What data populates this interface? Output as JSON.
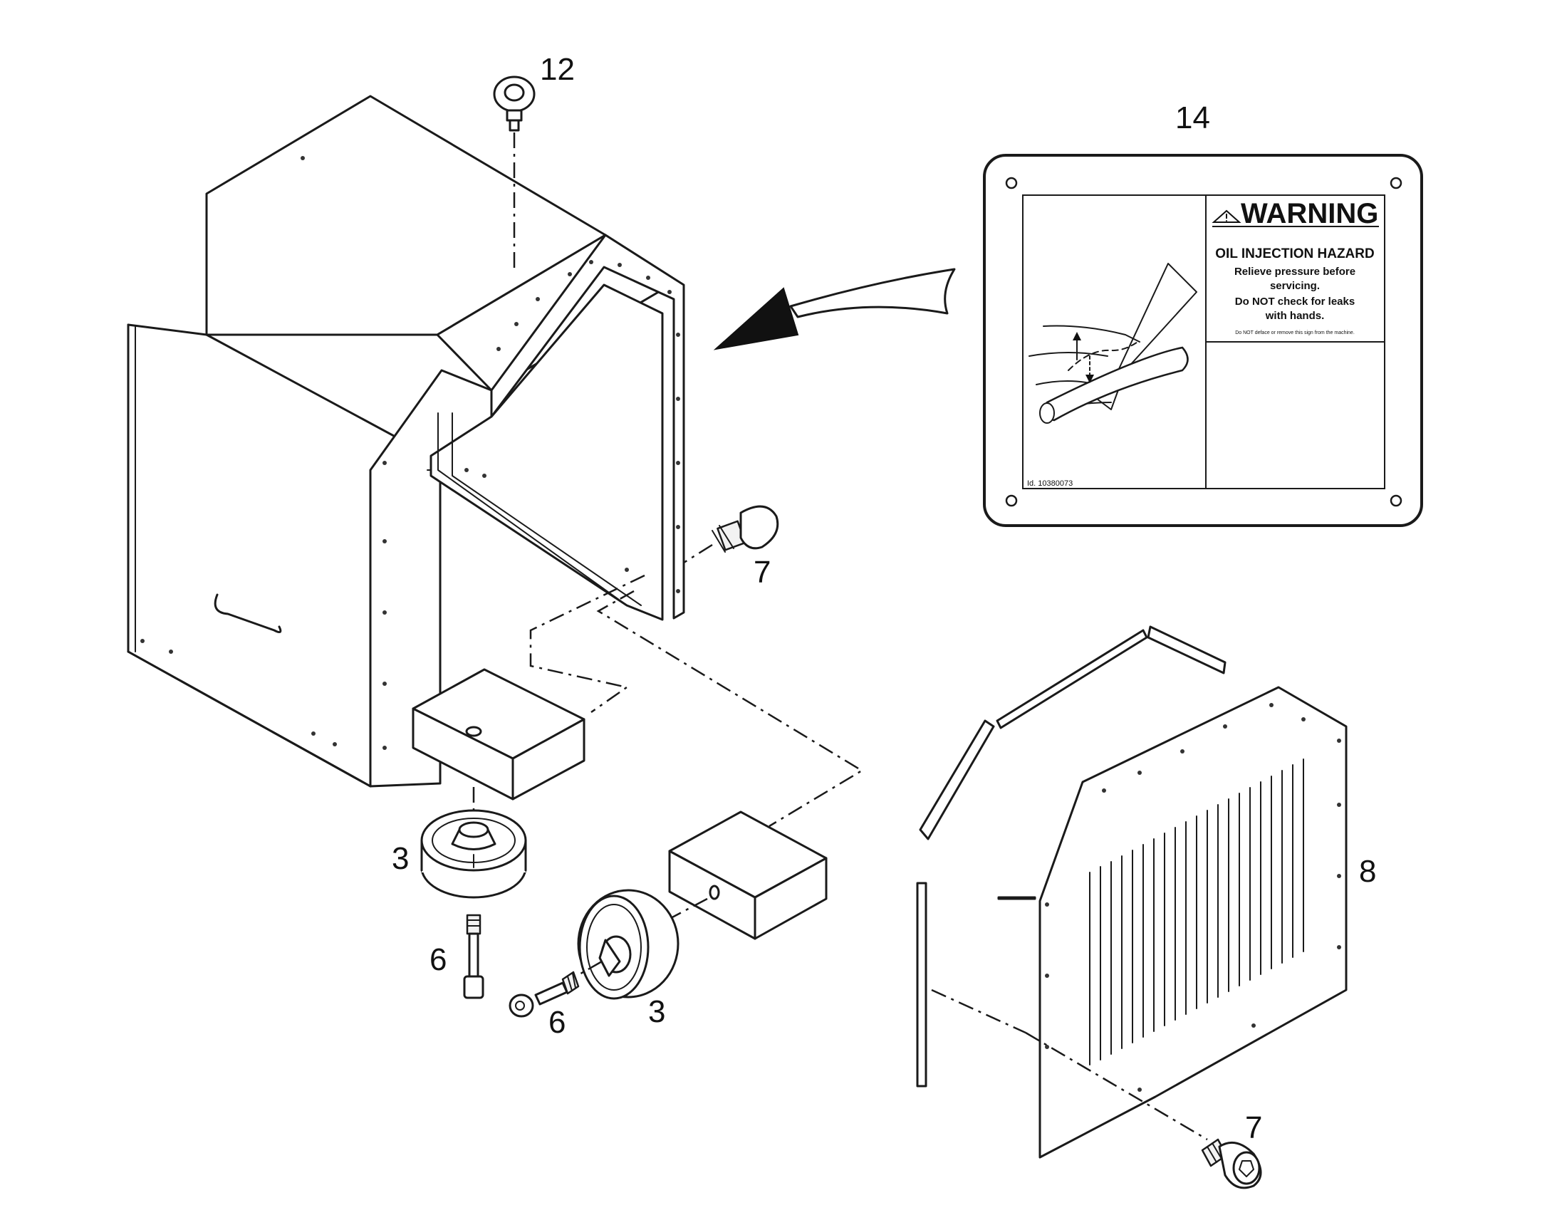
{
  "callouts": {
    "eyebolt": "12",
    "label": "14",
    "screw_top": "7",
    "screw_bottom": "7",
    "wheel_left": "3",
    "wheel_right": "3",
    "bolt_left": "6",
    "bolt_right": "6",
    "side_panel": "8"
  },
  "warning_label": {
    "header": "WARNING",
    "title": "OIL INJECTION HAZARD",
    "lines": [
      "Relieve pressure before",
      "servicing.",
      "Do NOT check for leaks",
      "with hands."
    ],
    "fine_print": "Do NOT deface or remove this sign from the machine.",
    "id": "Id. 10380073"
  }
}
